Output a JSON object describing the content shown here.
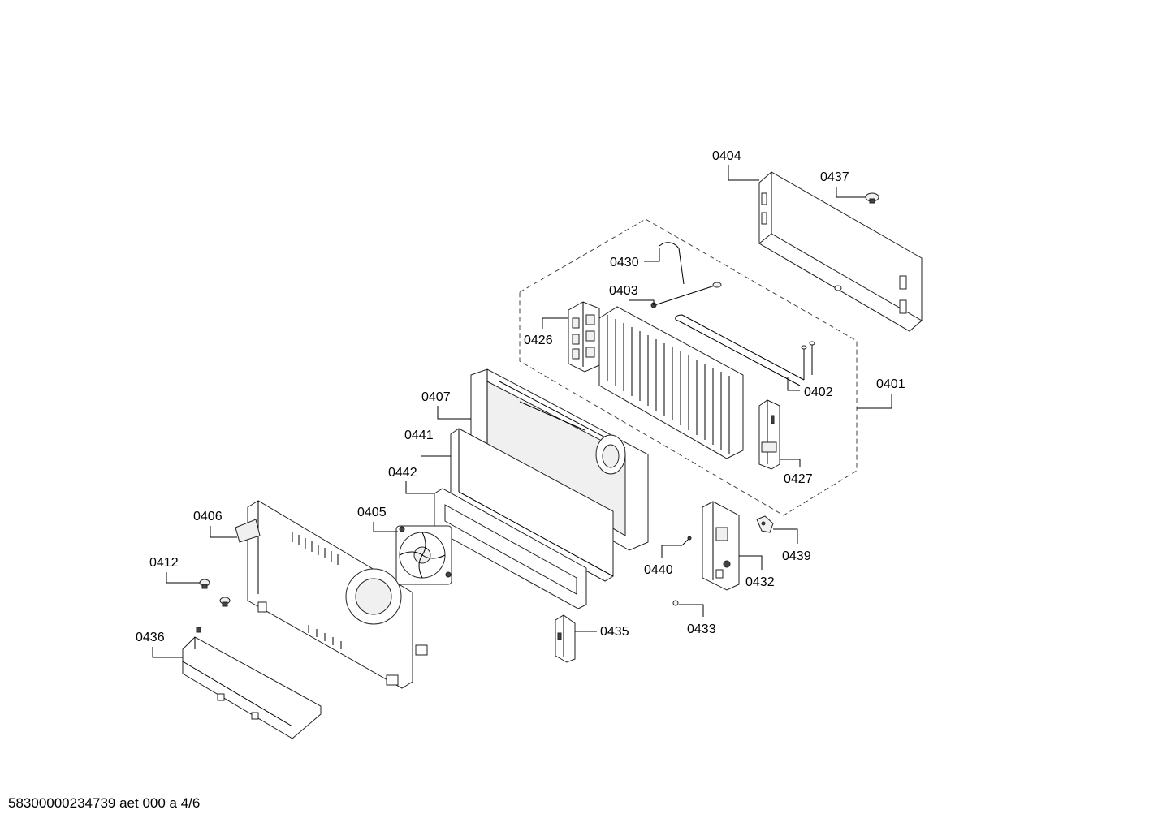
{
  "parts": {
    "p0404": "0404",
    "p0437": "0437",
    "p0430": "0430",
    "p0403": "0403",
    "p0426": "0426",
    "p0402": "0402",
    "p0401": "0401",
    "p0407": "0407",
    "p0441": "0441",
    "p0442": "0442",
    "p0427": "0427",
    "p0406": "0406",
    "p0405": "0405",
    "p0412": "0412",
    "p0440": "0440",
    "p0439": "0439",
    "p0432": "0432",
    "p0436": "0436",
    "p0435": "0435",
    "p0433": "0433"
  },
  "footer": "58300000234739 aet 000 a 4/6"
}
